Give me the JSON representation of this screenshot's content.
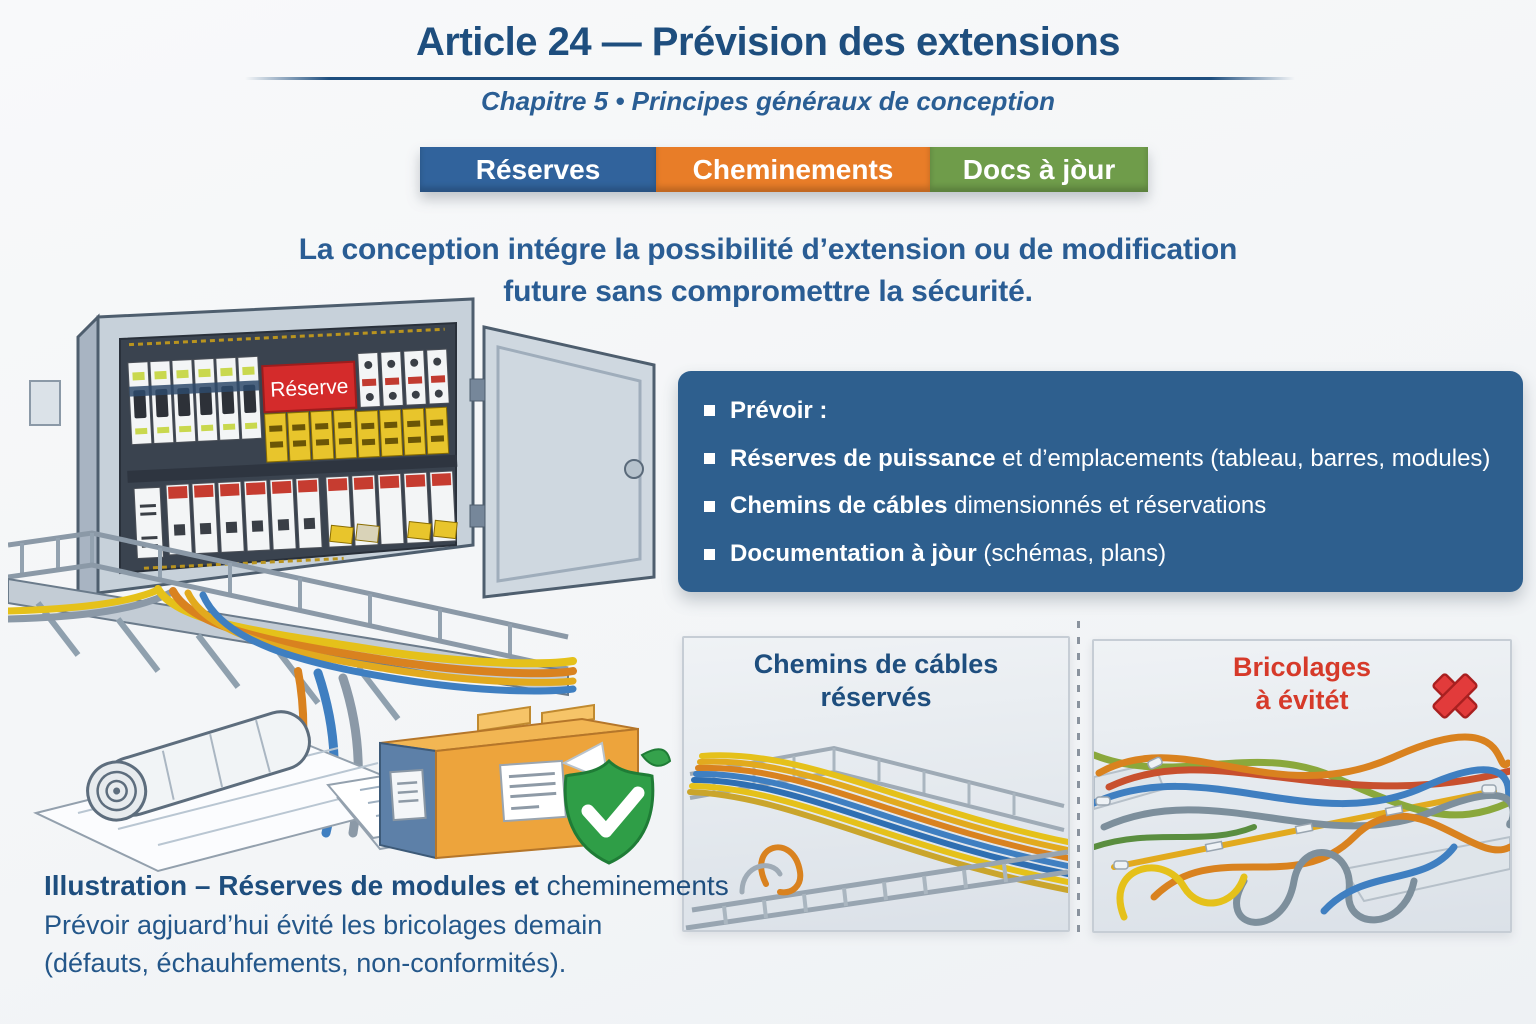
{
  "header": {
    "title": "Article 24 — Prévision des extensions",
    "subtitle": "Chapitre 5 • Principes généraux de conception"
  },
  "tabs": [
    {
      "label": "Réserves",
      "color": "#31639c"
    },
    {
      "label": "Cheminements",
      "color": "#e87d28"
    },
    {
      "label": "Docs à jòur",
      "color": "#6f9c4a"
    }
  ],
  "statement": {
    "line1": "La conception intégre la possibilité d’extension ou de modification",
    "line2": "future sans compromettre la sécurité."
  },
  "info_box": {
    "bg": "#2e5f8e",
    "bullets": [
      {
        "bold": "Prévoir :",
        "rest": ""
      },
      {
        "bold": "Réserves de puissance",
        "rest": " et d’emplacements (tableau, barres, modules)"
      },
      {
        "bold": "Chemins de cábles",
        "rest": " dimensionnés et réservations"
      },
      {
        "bold": "Documentation à jòur",
        "rest": " (schémas, plans)"
      }
    ]
  },
  "panel_illustration": {
    "reserve_label": "Réserve"
  },
  "bottom_panels": {
    "left": {
      "title_line1": "Chemins de cábles",
      "title_line2": "réservés"
    },
    "right": {
      "title_line1": "Bricolages",
      "title_line2": "à évitét"
    }
  },
  "caption": {
    "line1_bold": "Illustration – Réserves de modules et",
    "line1_rest": " cheminements",
    "line2": "Prévoir agjuard’hui évité les bricolages demain",
    "line3": "(défauts, échauhfements, non-conformités)."
  },
  "colors": {
    "title_navy": "#1e4e7e",
    "statement_blue": "#2a5d94",
    "warning_red": "#d63a2a",
    "reserve_red": "#d42b2b",
    "check_green": "#2f9e47",
    "cable_orange": "#d9821f",
    "cable_yellow": "#e5c11a",
    "cable_blue": "#3f7fc1"
  }
}
